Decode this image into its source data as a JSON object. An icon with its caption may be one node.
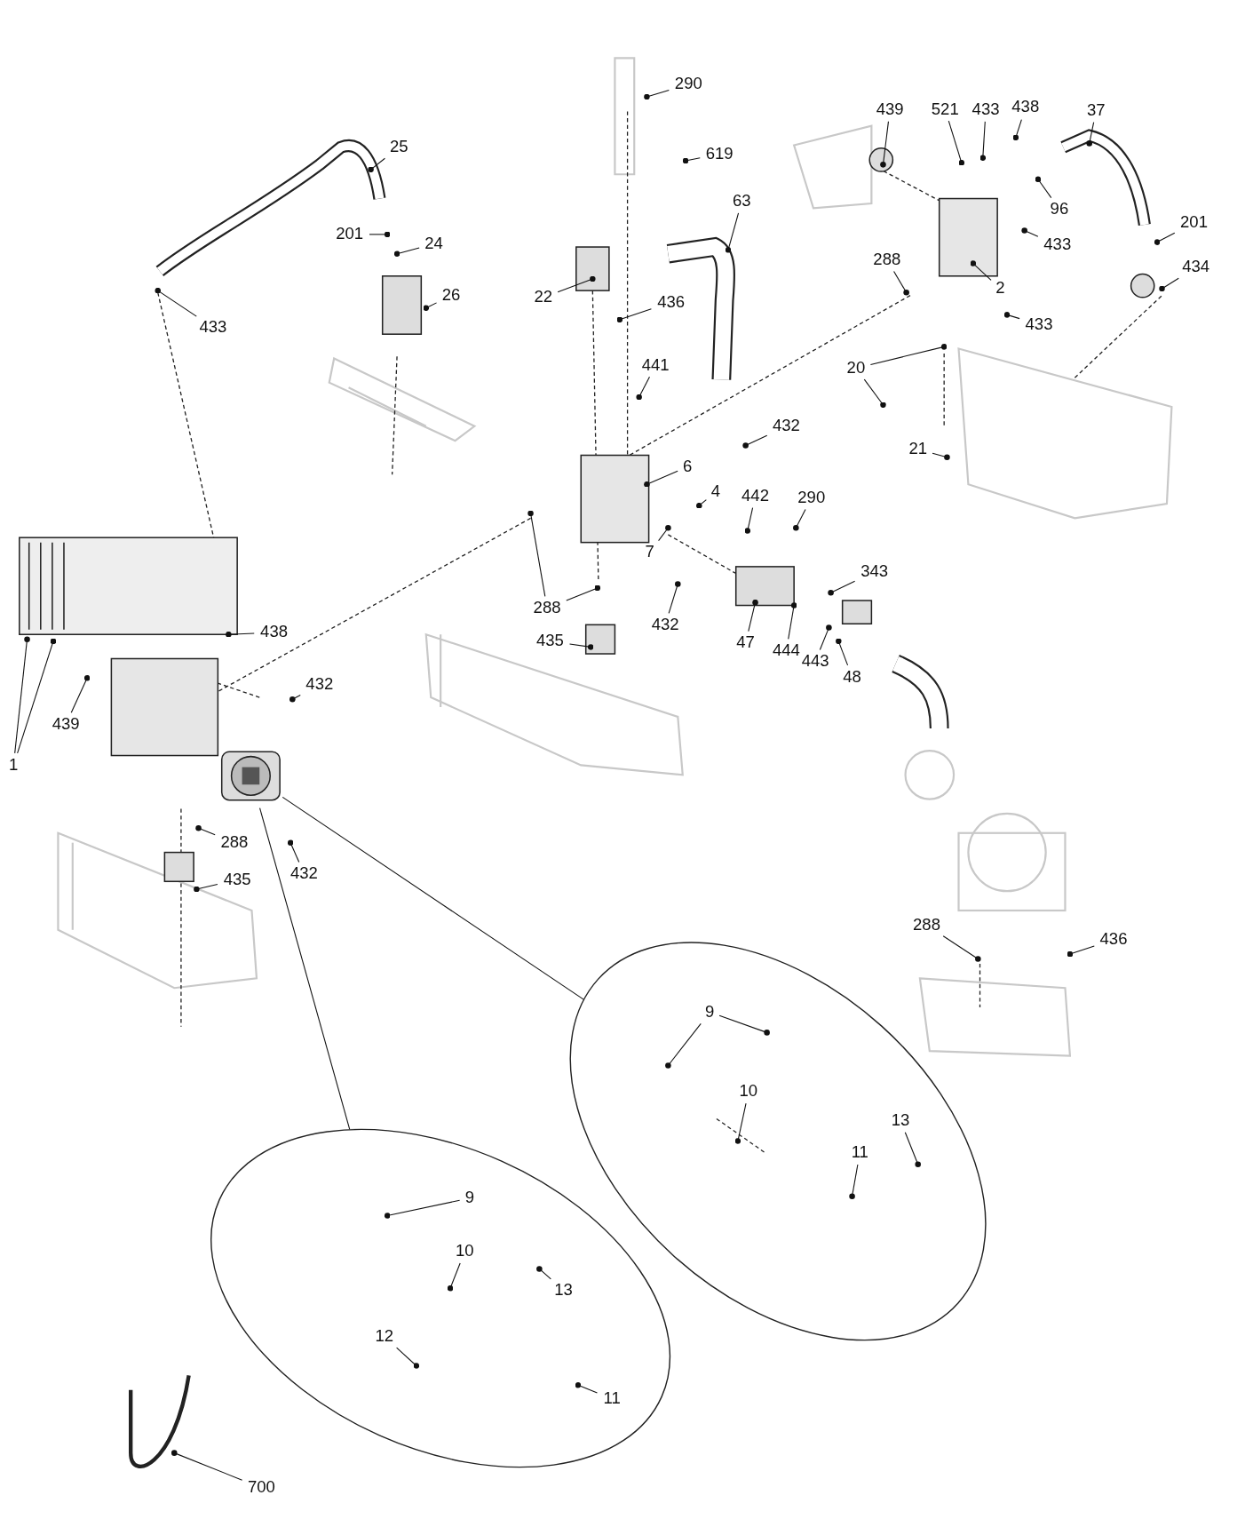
{
  "diagram": {
    "nodes": [
      {
        "text": [
          "290"
        ]
      },
      {
        "text": [
          "25"
        ]
      },
      {
        "text": [
          "619"
        ]
      },
      {
        "text": [
          "63"
        ]
      },
      {
        "text": [
          "439"
        ]
      },
      {
        "text": [
          "521"
        ]
      },
      {
        "text": [
          "433"
        ]
      },
      {
        "text": [
          "438"
        ]
      },
      {
        "text": [
          "37"
        ]
      },
      {
        "text": [
          "96"
        ]
      },
      {
        "text": [
          "201"
        ]
      },
      {
        "text": [
          "201"
        ]
      },
      {
        "text": [
          "24"
        ]
      },
      {
        "text": [
          "433"
        ]
      },
      {
        "text": [
          "288"
        ]
      },
      {
        "text": [
          "434"
        ]
      },
      {
        "text": [
          "2"
        ]
      },
      {
        "text": [
          "26"
        ]
      },
      {
        "text": [
          "22"
        ]
      },
      {
        "text": [
          "436"
        ]
      },
      {
        "text": [
          "433"
        ]
      },
      {
        "text": [
          "433"
        ]
      },
      {
        "text": [
          "441"
        ]
      },
      {
        "text": [
          "20"
        ]
      },
      {
        "text": [
          "432"
        ]
      },
      {
        "text": [
          "21"
        ]
      },
      {
        "text": [
          "6"
        ]
      },
      {
        "text": [
          "4"
        ]
      },
      {
        "text": [
          "442"
        ]
      },
      {
        "text": [
          "290"
        ]
      },
      {
        "text": [
          "7"
        ]
      },
      {
        "text": [
          "343"
        ]
      },
      {
        "text": [
          "288"
        ]
      },
      {
        "text": [
          "432"
        ]
      },
      {
        "text": [
          "438"
        ]
      },
      {
        "text": [
          "435"
        ]
      },
      {
        "text": [
          "47"
        ]
      },
      {
        "text": [
          "444"
        ]
      },
      {
        "text": [
          "443"
        ]
      },
      {
        "text": [
          "48"
        ]
      },
      {
        "text": [
          "432"
        ]
      },
      {
        "text": [
          "439"
        ]
      },
      {
        "text": [
          "1"
        ]
      },
      {
        "text": [
          "288"
        ]
      },
      {
        "text": [
          "432"
        ]
      },
      {
        "text": [
          "435"
        ]
      },
      {
        "text": [
          "288"
        ]
      },
      {
        "text": [
          "436"
        ]
      },
      {
        "text": [],
        "shape": "picture"
      },
      {
        "text": [],
        "shape": "ellipse"
      },
      {
        "text": [
          "9"
        ],
        "in": 49
      },
      {
        "text": [
          "10"
        ],
        "in": 49
      },
      {
        "text": [
          "13"
        ],
        "in": 49
      },
      {
        "text": [
          "11"
        ],
        "in": 49
      },
      {
        "text": [],
        "shape": "ellipse"
      },
      {
        "text": [
          "9"
        ],
        "in": 54
      },
      {
        "text": [
          "10"
        ],
        "in": 54
      },
      {
        "text": [
          "13"
        ],
        "in": 54
      },
      {
        "text": [
          "12"
        ],
        "in": 54
      },
      {
        "text": [
          "11"
        ],
        "in": 54
      },
      {
        "text": [
          "700"
        ]
      }
    ],
    "edges": [
      {
        "from": 0,
        "to": null,
        "arrow": "other"
      },
      {
        "from": 1,
        "to": null,
        "arrow": "other"
      },
      {
        "from": 2,
        "to": null,
        "arrow": "other"
      },
      {
        "from": 3,
        "to": null,
        "arrow": "other"
      },
      {
        "from": 4,
        "to": null,
        "arrow": "other"
      },
      {
        "from": 5,
        "to": null,
        "arrow": "other"
      },
      {
        "from": 6,
        "to": null,
        "arrow": "other"
      },
      {
        "from": 7,
        "to": null,
        "arrow": "other"
      },
      {
        "from": 8,
        "to": null,
        "arrow": "other"
      },
      {
        "from": 9,
        "to": null,
        "arrow": "other"
      },
      {
        "from": 10,
        "to": null,
        "arrow": "other"
      },
      {
        "from": 11,
        "to": null,
        "arrow": "other"
      },
      {
        "from": 12,
        "to": null,
        "arrow": "other"
      },
      {
        "from": 13,
        "to": null,
        "arrow": "other"
      },
      {
        "from": 14,
        "to": null,
        "arrow": "other"
      },
      {
        "from": 15,
        "to": null,
        "arrow": "other"
      },
      {
        "from": 16,
        "to": null,
        "arrow": "other"
      },
      {
        "from": 17,
        "to": null,
        "arrow": "other"
      },
      {
        "from": 18,
        "to": null,
        "arrow": "other"
      },
      {
        "from": 19,
        "to": null,
        "arrow": "other"
      },
      {
        "from": 20,
        "to": null,
        "arrow": "other"
      },
      {
        "from": 21,
        "to": null,
        "arrow": "other"
      },
      {
        "from": 22,
        "to": null,
        "arrow": "other"
      },
      {
        "from": 23,
        "to": null,
        "arrow": "other"
      },
      {
        "from": 23,
        "to": null,
        "arrow": "other"
      },
      {
        "from": 24,
        "to": null,
        "arrow": "other"
      },
      {
        "from": 25,
        "to": null,
        "arrow": "other"
      },
      {
        "from": 26,
        "to": null,
        "arrow": "other"
      },
      {
        "from": 27,
        "to": null,
        "arrow": "other"
      },
      {
        "from": 28,
        "to": null,
        "arrow": "other"
      },
      {
        "from": 29,
        "to": null,
        "arrow": "other"
      },
      {
        "from": 30,
        "to": null,
        "arrow": "other"
      },
      {
        "from": 31,
        "to": null,
        "arrow": "other"
      },
      {
        "from": 32,
        "to": null,
        "arrow": "other"
      },
      {
        "from": 32,
        "to": null,
        "arrow": "other"
      },
      {
        "from": 33,
        "to": null,
        "arrow": "other"
      },
      {
        "from": 34,
        "to": null,
        "arrow": "other"
      },
      {
        "from": 35,
        "to": null,
        "arrow": "other"
      },
      {
        "from": 36,
        "to": null,
        "arrow": "other"
      },
      {
        "from": 37,
        "to": null,
        "arrow": "other"
      },
      {
        "from": 38,
        "to": null,
        "arrow": "other"
      },
      {
        "from": 39,
        "to": null,
        "arrow": "other"
      },
      {
        "from": 40,
        "to": null,
        "arrow": "other"
      },
      {
        "from": 41,
        "to": null,
        "arrow": "other"
      },
      {
        "from": 42,
        "to": null,
        "arrow": "other"
      },
      {
        "from": 42,
        "to": null,
        "arrow": "other"
      },
      {
        "from": 43,
        "to": null,
        "arrow": "other"
      },
      {
        "from": 44,
        "to": null,
        "arrow": "other"
      },
      {
        "from": 45,
        "to": null,
        "arrow": "other"
      },
      {
        "from": 46,
        "to": null,
        "arrow": "other"
      },
      {
        "from": 47,
        "to": null,
        "arrow": "other"
      },
      {
        "from": 48,
        "to": 49,
        "arrow": "none"
      },
      {
        "from": 48,
        "to": 54,
        "arrow": "none"
      },
      {
        "from": 50,
        "to": null,
        "arrow": "other"
      },
      {
        "from": 50,
        "to": null,
        "arrow": "other"
      },
      {
        "from": 51,
        "to": null,
        "arrow": "other"
      },
      {
        "from": 52,
        "to": null,
        "arrow": "other"
      },
      {
        "from": 53,
        "to": null,
        "arrow": "other"
      },
      {
        "from": 55,
        "to": null,
        "arrow": "other"
      },
      {
        "from": 56,
        "to": null,
        "arrow": "other"
      },
      {
        "from": 57,
        "to": null,
        "arrow": "other"
      },
      {
        "from": 58,
        "to": null,
        "arrow": "other"
      },
      {
        "from": 59,
        "to": null,
        "arrow": "other"
      },
      {
        "from": 60,
        "to": null,
        "arrow": "other"
      }
    ]
  }
}
